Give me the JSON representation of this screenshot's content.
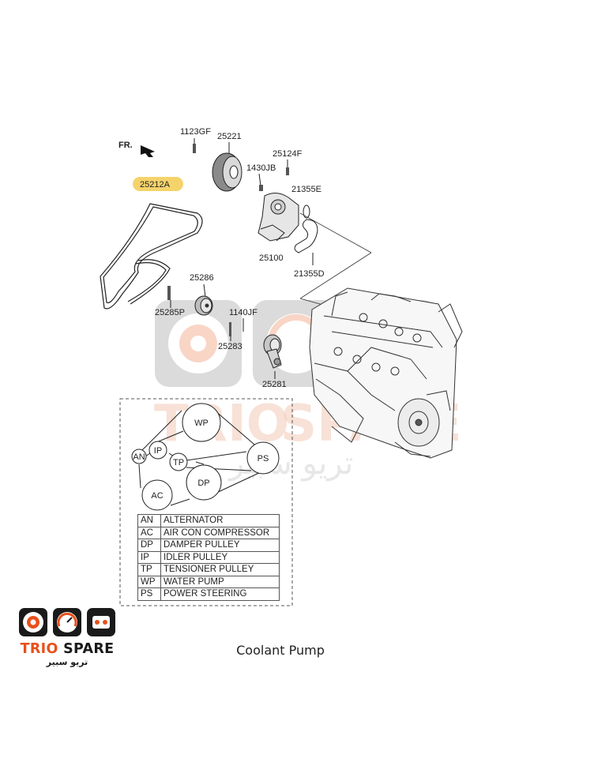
{
  "watermark": {
    "name_part1": "TRIO",
    "name_part2": "SPARE",
    "arabic": "تريو سبير"
  },
  "diagram": {
    "front_label": "FR.",
    "parts": {
      "belt": "25212A",
      "bolt_top": "1123GF",
      "pulley": "25221",
      "bolt_right": "25124F",
      "stud": "1430JB",
      "gasket_ring": "21355E",
      "water_pump": "25100",
      "gasket": "21355D",
      "idler_pulley": "25286",
      "idler_bolt": "25285P",
      "tensioner_bolt": "1140JF",
      "tensioner_bolt_2": "25283",
      "tensioner": "25281"
    },
    "belt_routing": [
      "WP",
      "AN",
      "IP",
      "TP",
      "PS",
      "DP",
      "AC"
    ],
    "legend": [
      {
        "code": "AN",
        "name": "ALTERNATOR"
      },
      {
        "code": "AC",
        "name": "AIR CON COMPRESSOR"
      },
      {
        "code": "DP",
        "name": "DAMPER PULLEY"
      },
      {
        "code": "IP",
        "name": "IDLER PULLEY"
      },
      {
        "code": "TP",
        "name": "TENSIONER PULLEY"
      },
      {
        "code": "WP",
        "name": "WATER PUMP"
      },
      {
        "code": "PS",
        "name": "POWER STEERING"
      }
    ]
  },
  "brand": {
    "name_part1": "TRIO",
    "name_part2": "SPARE",
    "arabic": "تريو سبير",
    "accent_color": "#e8501c"
  },
  "caption": "Coolant Pump"
}
